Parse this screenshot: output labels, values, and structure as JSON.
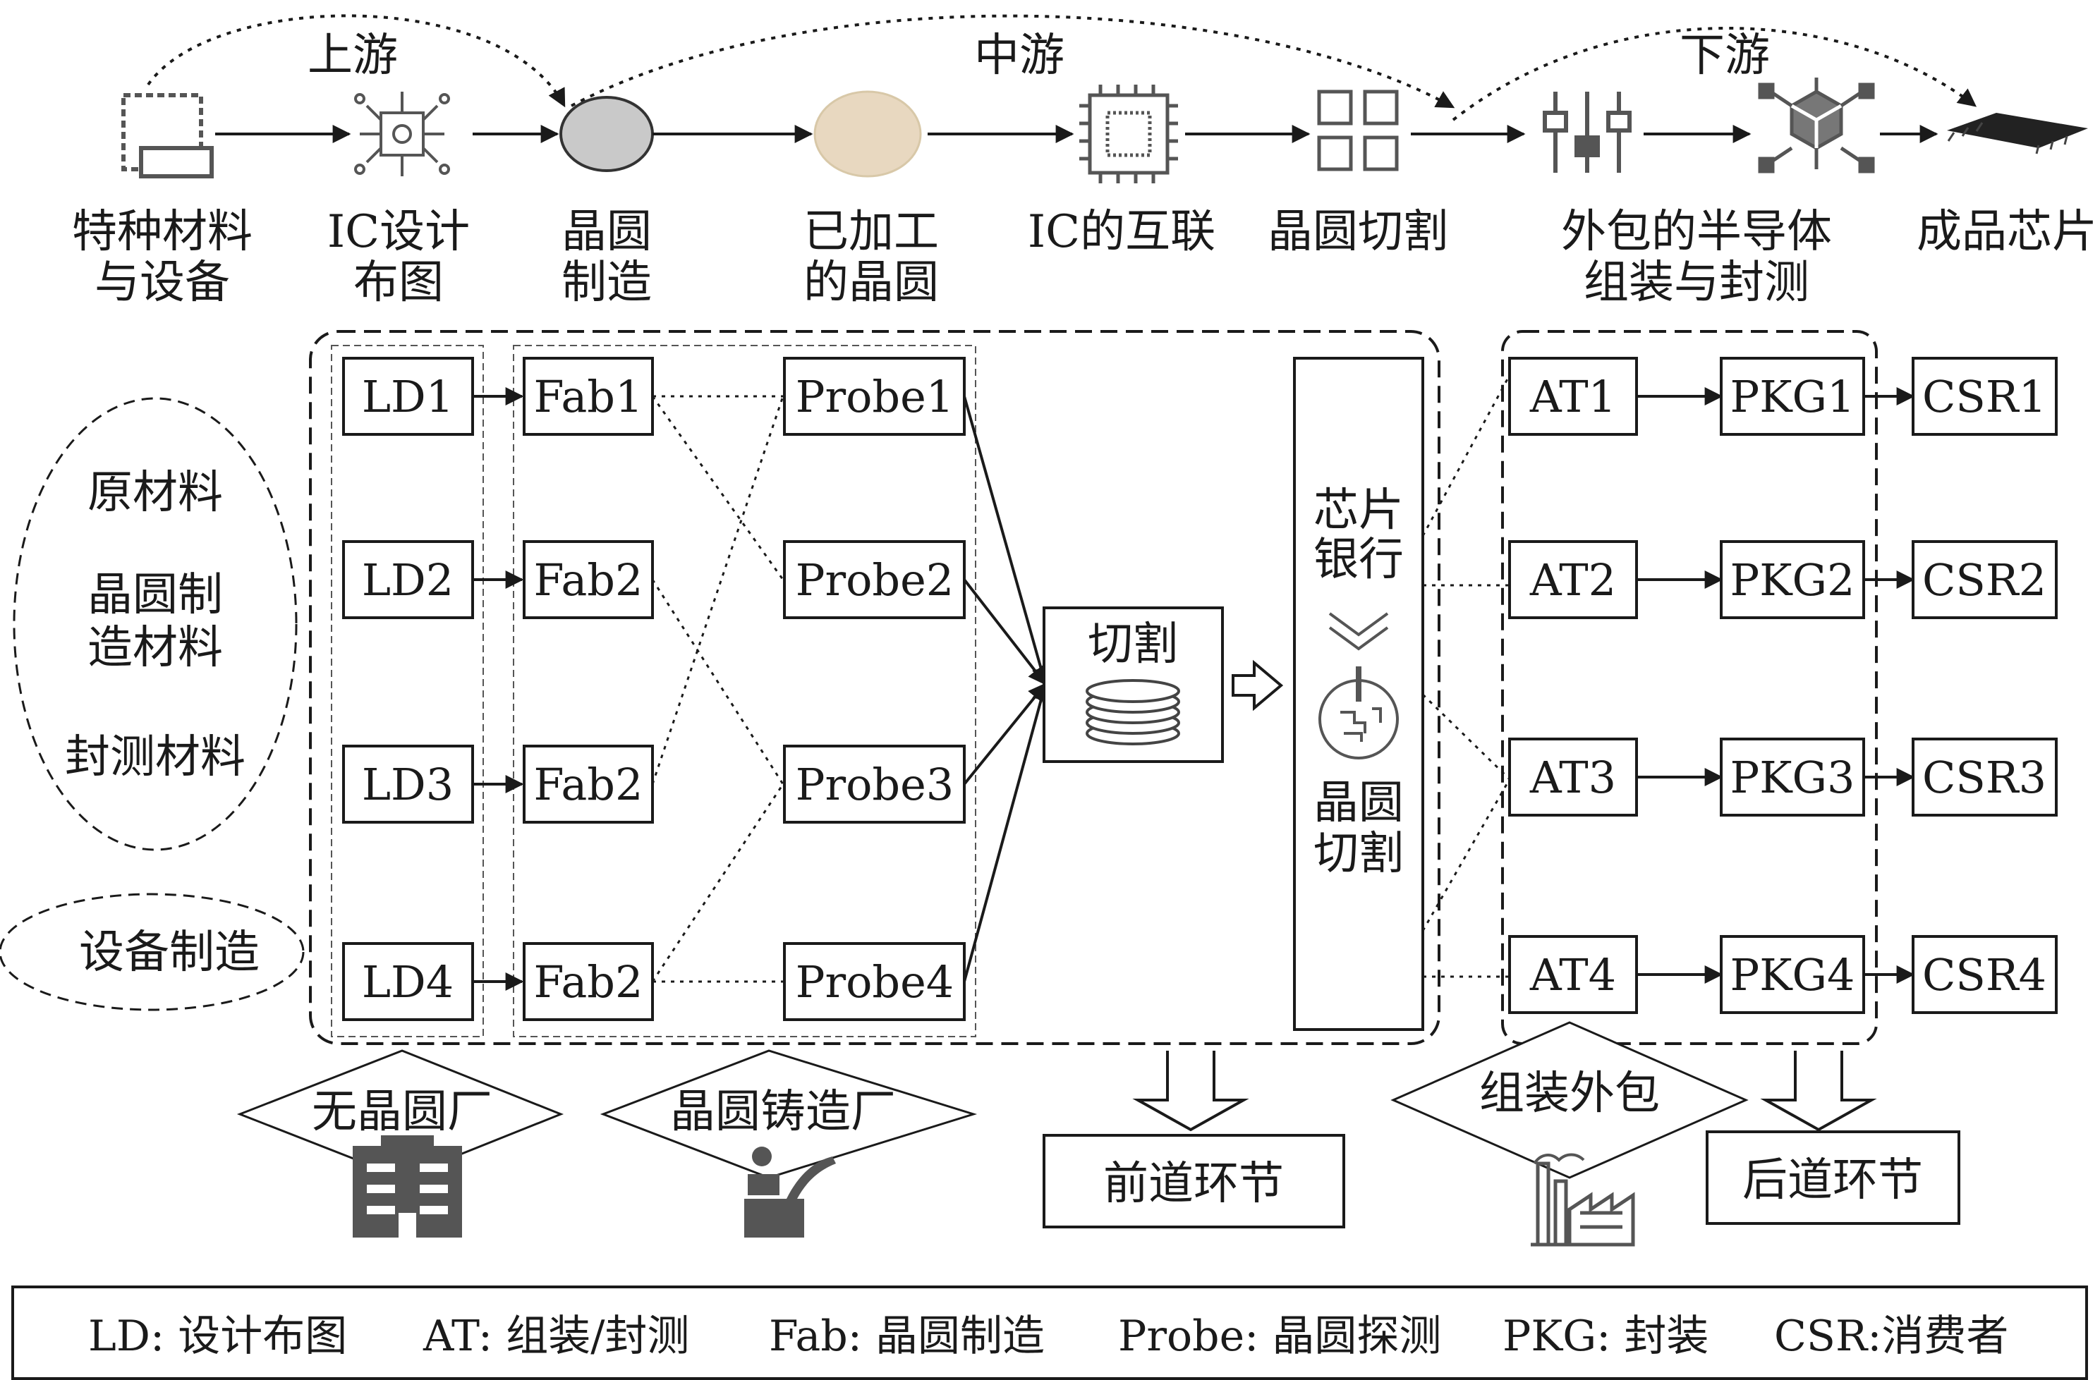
{
  "stages": {
    "upstream": "上游",
    "midstream": "中游",
    "downstream": "下游"
  },
  "chain": {
    "s1": [
      "特种材料",
      "与设备"
    ],
    "s2": [
      "IC设计",
      "布图"
    ],
    "s3": [
      "晶圆",
      "制造"
    ],
    "s4": [
      "已加工",
      "的晶圆"
    ],
    "s5": "IC的互联",
    "s6": "晶圆切割",
    "s7": [
      "外包的半导体",
      "组装与封测"
    ],
    "s8": "成品芯片"
  },
  "materials": {
    "m1": "原材料",
    "m2": [
      "晶圆制",
      "造材料"
    ],
    "m3": "封测材料",
    "equipment": "设备制造"
  },
  "nodes": {
    "ld": [
      "LD1",
      "LD2",
      "LD3",
      "LD4"
    ],
    "fab": [
      "Fab1",
      "Fab2",
      "Fab2",
      "Fab2"
    ],
    "probe": [
      "Probe1",
      "Probe2",
      "Probe3",
      "Probe4"
    ],
    "at": [
      "AT1",
      "AT2",
      "AT3",
      "AT4"
    ],
    "pkg": [
      "PKG1",
      "PKG2",
      "PKG3",
      "PKG4"
    ],
    "csr": [
      "CSR1",
      "CSR2",
      "CSR3",
      "CSR4"
    ],
    "cut": "切割",
    "chipbank": [
      "芯片",
      "银行"
    ],
    "wafercut": [
      "晶圆",
      "切割"
    ]
  },
  "entities": {
    "fabless": "无晶圆厂",
    "foundry": "晶圆铸造厂",
    "osat": "组装外包"
  },
  "phases": {
    "front": "前道环节",
    "back": "后道环节"
  },
  "legend": [
    "LD: 设计布图",
    "AT: 组装/封测",
    "Fab: 晶圆制造",
    "Probe: 晶圆探测",
    "PKG: 封装",
    "CSR:消费者"
  ],
  "colors": {
    "line": "#1a1a1a",
    "icon": "#555555",
    "wafer_raw": "#c9c9c9",
    "wafer_processed": "#e8d8c0"
  }
}
